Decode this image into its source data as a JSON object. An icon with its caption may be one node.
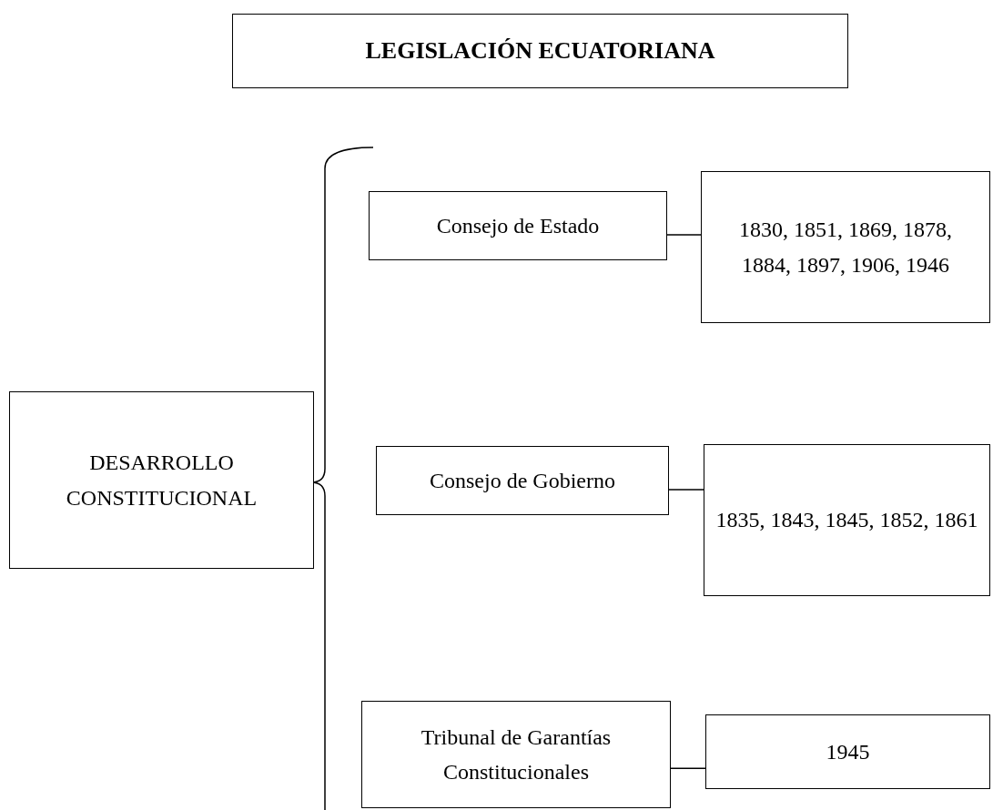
{
  "diagram": {
    "title": "LEGISLACIÓN ECUATORIANA",
    "nodes": [
      {
        "text": [
          "DESARROLLO CONSTITUCIONAL"
        ]
      },
      {
        "text": [
          "Consejo de Estado"
        ]
      },
      {
        "text": [
          "1830, 1851, 1869, 1878, 1884, 1897, 1906, 1946"
        ]
      },
      {
        "text": [
          "Consejo de Gobierno"
        ]
      },
      {
        "text": [
          "1835, 1843, 1845, 1852, 1861"
        ]
      },
      {
        "text": [
          "Tribunal de Garantías Constitucionales"
        ]
      },
      {
        "text": [
          "1945"
        ]
      }
    ],
    "edges": [
      {
        "from": 1,
        "to": 2,
        "arrow": "none"
      },
      {
        "from": 3,
        "to": 4,
        "arrow": "none"
      },
      {
        "from": 5,
        "to": 6,
        "arrow": "none"
      }
    ]
  }
}
